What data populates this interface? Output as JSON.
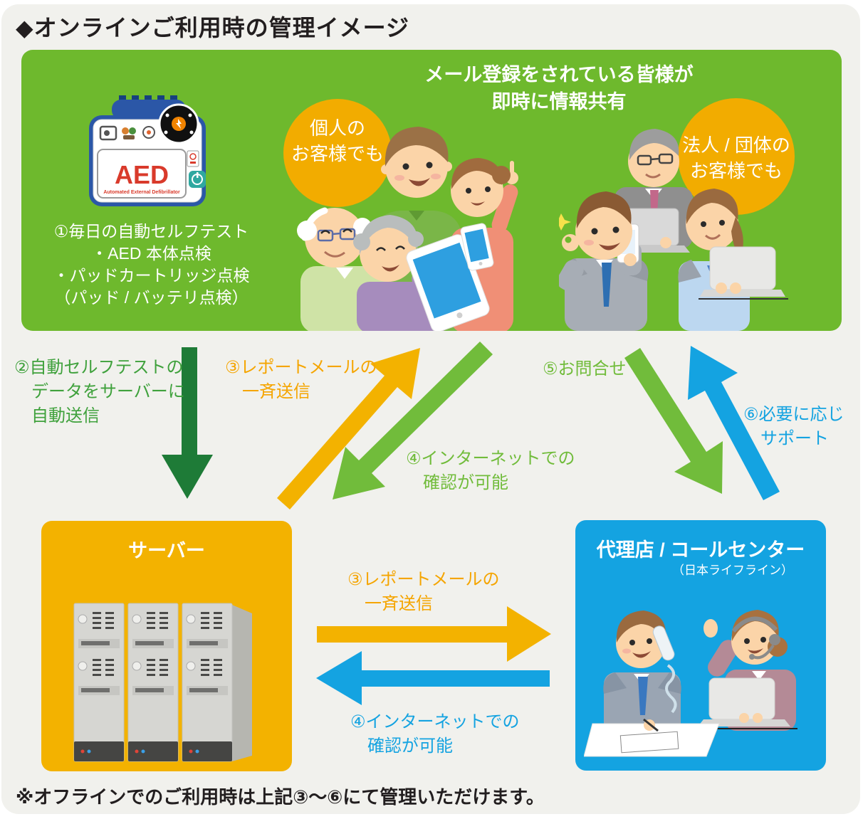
{
  "title": "◆オンラインご利用時の管理イメージ",
  "colors": {
    "background": "#f1f1ed",
    "panel_green": "#6eb92d",
    "panel_yellow": "#f3b200",
    "panel_blue": "#14a3e1",
    "circle_orange": "#f2ac00",
    "arrow_dark_green": "#1e7b37",
    "arrow_light_green": "#71bc3b",
    "arrow_yellow": "#f3b200",
    "arrow_blue": "#14a3e1",
    "text_black": "#221e1f"
  },
  "green_panel": {
    "heading_line1": "メール登録をされている皆様が",
    "heading_line2": "即時に情報共有",
    "aed_label": "AED",
    "aed_sublabel": "Automated External Defibrillator",
    "selftest_lines": {
      "0": "①毎日の自動セルフテスト",
      "1": "・AED 本体点検",
      "2": "・パッドカートリッジ点検",
      "3": "（パッド / バッテリ点検）"
    },
    "circle_personal": {
      "line1": "個人の",
      "line2": "お客様でも"
    },
    "circle_corporate": {
      "line1": "法人 / 団体の",
      "line2": "お客様でも"
    }
  },
  "flows": {
    "step2": {
      "0": "②自動セルフテストの",
      "1": "データをサーバーに",
      "2": "自動送信"
    },
    "step3_upper": {
      "0": "③レポートメールの",
      "1": "一斉送信"
    },
    "step4_upper": {
      "0": "④インターネットでの",
      "1": "確認が可能"
    },
    "step5": "⑤お問合せ",
    "step6": {
      "0": "⑥必要に応じ",
      "1": "サポート"
    },
    "step3_lower": {
      "0": "③レポートメールの",
      "1": "一斉送信"
    },
    "step4_lower": {
      "0": "④インターネットでの",
      "1": "確認が可能"
    }
  },
  "server_panel": {
    "label": "サーバー"
  },
  "callcenter_panel": {
    "label": "代理店 / コールセンター",
    "sublabel": "（日本ライフライン）"
  },
  "footnote": "※オフラインでのご利用時は上記③〜⑥にて管理いただけます。"
}
